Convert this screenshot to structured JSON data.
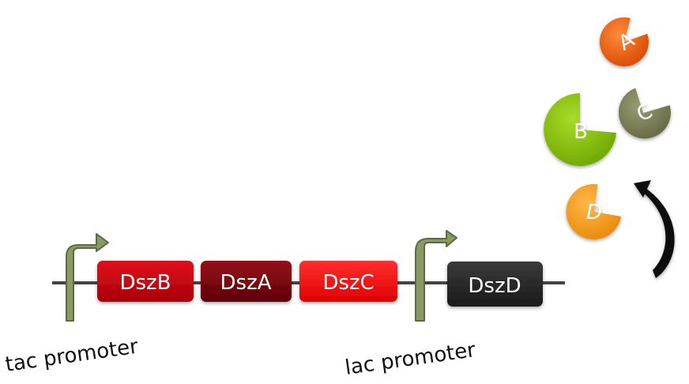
{
  "promoters": [
    {
      "id": "tac",
      "label": "tac promoter"
    },
    {
      "id": "lac",
      "label": "lac promoter"
    }
  ],
  "genes": [
    {
      "id": "dszb",
      "label": "DszB"
    },
    {
      "id": "dsza",
      "label": "DszA"
    },
    {
      "id": "dszc",
      "label": "DszC"
    },
    {
      "id": "dszd",
      "label": "DszD"
    }
  ],
  "proteins": [
    {
      "id": "a",
      "label": "A"
    },
    {
      "id": "b",
      "label": "B"
    },
    {
      "id": "c",
      "label": "C"
    },
    {
      "id": "d",
      "label": "D"
    }
  ],
  "colors": {
    "dna_line": "#444444",
    "promoter_arrow": "#8a9a63",
    "dszb": "#c2000b",
    "dsza": "#7a0008",
    "dszc": "#ff1a1a",
    "dszd": "#262626",
    "protein_a": "#ee5a0f",
    "protein_b": "#86c40a",
    "protein_c": "#7c7f55",
    "protein_d": "#f39a1a"
  }
}
